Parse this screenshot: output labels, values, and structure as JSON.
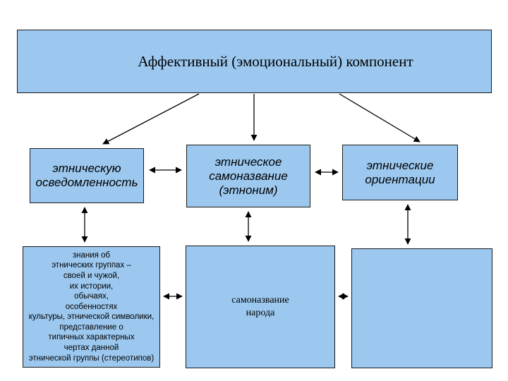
{
  "title": "Аффективный (эмоциональный) компонент",
  "boxes": {
    "awareness": "этническую\nосведомленность",
    "self_name": "этническое\nсамоназвание\n(этноним)",
    "orientations": "этнические\nориентации",
    "knowledge": "знания об\nэтнических группах –\nсвоей и чужой,\nих истории,\nобычаях,\nособенностях\nкультуры, этнической символики,\nпредставление о\nтипичных характерных\nчертах данной\nэтнической группы (стереотипов)",
    "people_name": "самоназвание\nнарода",
    "empty": ""
  },
  "colors": {
    "box_fill": "#9cc8ef",
    "border": "#1a1a1a",
    "arrow": "#000000"
  }
}
